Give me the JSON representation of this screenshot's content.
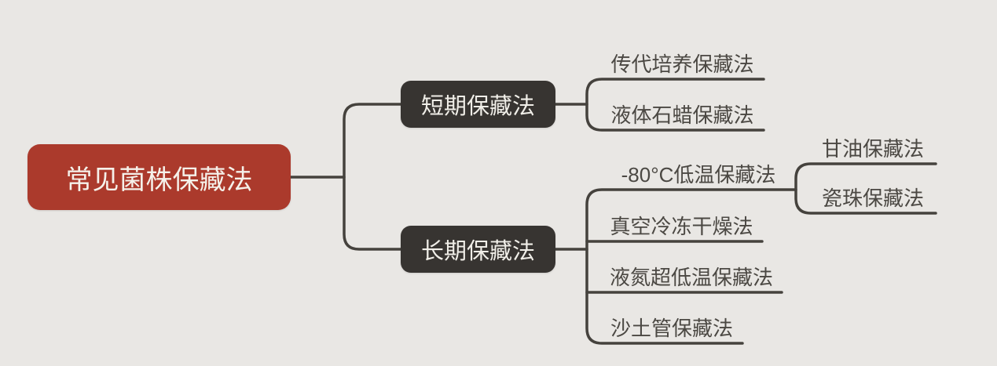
{
  "diagram": {
    "type": "mindmap",
    "root": {
      "label": "常见菌株保藏法"
    },
    "branches": [
      {
        "label": "短期保藏法",
        "children": [
          {
            "label": "传代培养保藏法"
          },
          {
            "label": "液体石蜡保藏法"
          }
        ]
      },
      {
        "label": "长期保藏法",
        "children": [
          {
            "label": "-80°C低温保藏法",
            "children": [
              {
                "label": "甘油保藏法"
              },
              {
                "label": "瓷珠保藏法"
              }
            ]
          },
          {
            "label": "真空冷冻干燥法"
          },
          {
            "label": "液氮超低温保藏法"
          },
          {
            "label": "沙土管保藏法"
          }
        ]
      }
    ],
    "colors": {
      "background": "#e9e7e4",
      "root_fill": "#ab3a2c",
      "branch_fill": "#373431",
      "line": "#45423d",
      "leaf_text": "#4b4843",
      "root_text": "#f5f1ea",
      "branch_text": "#f0eee8"
    }
  }
}
